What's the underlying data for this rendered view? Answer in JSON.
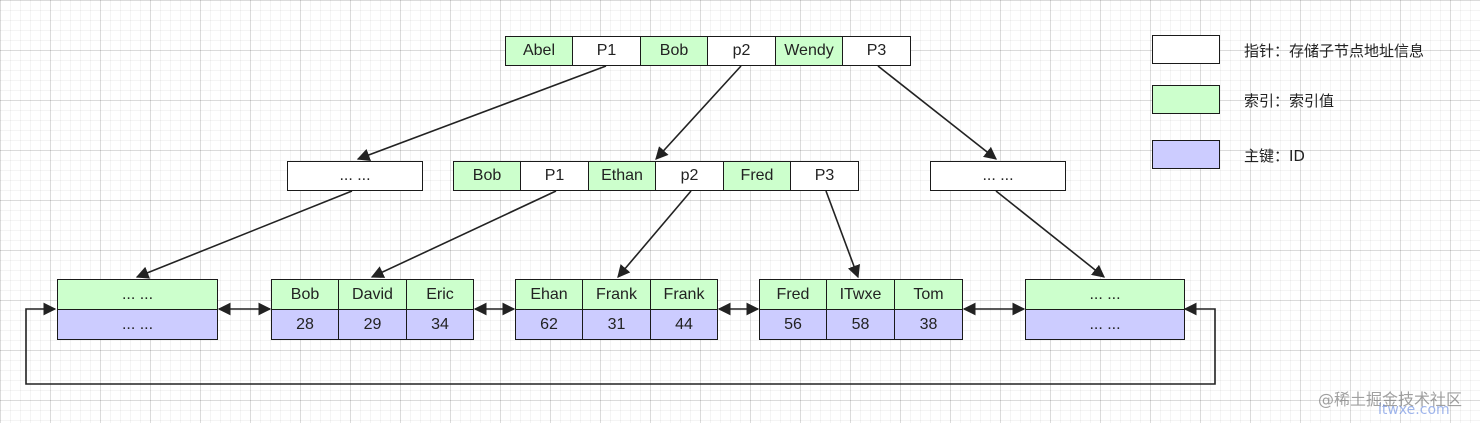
{
  "root": {
    "cells": [
      "Abel",
      "P1",
      "Bob",
      "p2",
      "Wendy",
      "P3"
    ]
  },
  "mid_left": {
    "label": "... ..."
  },
  "mid_center": {
    "cells": [
      "Bob",
      "P1",
      "Ethan",
      "p2",
      "Fred",
      "P3"
    ]
  },
  "mid_right": {
    "label": "... ..."
  },
  "leaf1": {
    "key": "... ...",
    "id": "... ..."
  },
  "leaf2": {
    "keys": [
      "Bob",
      "David",
      "Eric"
    ],
    "ids": [
      "28",
      "29",
      "34"
    ]
  },
  "leaf3": {
    "keys": [
      "Ehan",
      "Frank",
      "Frank"
    ],
    "ids": [
      "62",
      "31",
      "44"
    ]
  },
  "leaf4": {
    "keys": [
      "Fred",
      "ITwxe",
      "Tom"
    ],
    "ids": [
      "56",
      "58",
      "38"
    ]
  },
  "leaf5": {
    "key": "... ...",
    "id": "... ..."
  },
  "legend": {
    "pointer": "指针：存储子节点地址信息",
    "index": "索引：索引值",
    "primary": "主键：ID"
  },
  "colors": {
    "index": "#ccffcc",
    "primary": "#ccccff",
    "pointer": "#ffffff"
  },
  "watermark": {
    "line1": "@稀土掘金技术社区",
    "line2": "itwxe.com"
  }
}
